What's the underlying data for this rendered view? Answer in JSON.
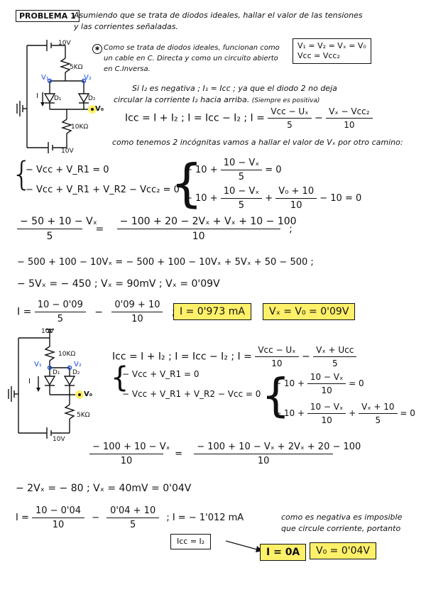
{
  "header": {
    "problem_label": "PROBLEMA 1",
    "statement_1": "Asumiendo que se trata de diodos ideales, hallar el valor de las tensiones",
    "statement_2": "y las corrientes señaladas."
  },
  "circuit1": {
    "labels": {
      "v_top": "10V",
      "r_top": "5KΩ",
      "v1": "V₁",
      "v2": "V₂",
      "d1": "D₁",
      "d2": "D₂",
      "current": "I",
      "vo": "V₀",
      "r_bot": "10KΩ",
      "v_bot": "10V"
    }
  },
  "part1": {
    "note_1": "Como se trata de diodos ideales, funcionan como",
    "note_2": "un cable en C. Directa y como un circuito abierto",
    "note_3": "en C.Inversa.",
    "box_line_1": "V₁ = V₂ = Vₓ = V₀",
    "box_line_2": "Vcc = Vcc₂",
    "reason_1": "Si I₂ es negativa ; I₁ = Icc ; ya que el diodo 2 no deja",
    "reason_2": "circular la corriente I₂ hacia arriba.",
    "reason_2_note": "(Siempre es positiva)",
    "eq_main_a": "Icc = I + I₂  ;  I = Icc − I₂  ;  I =",
    "eq_main_f1_num": "Vcc − Uₓ",
    "eq_main_f1_den": "5",
    "eq_main_minus": "−",
    "eq_main_f2_num": "Vₓ − Vcc₂",
    "eq_main_f2_den": "10",
    "unknowns": "como tenemos 2 incógnitas vamos a hallar el valor de Vₓ por otro camino:",
    "sys_l1": "− Vcc + V_R1 = 0",
    "sys_l2": "− Vcc + V_R1 + V_R2 − Vcc₂ = 0",
    "sys_r1_a": "− 10 +",
    "sys_r1_num": "10 − Vₓ",
    "sys_r1_den": "5",
    "sys_r1_b": "= 0",
    "sys_r2_a": "− 10 +",
    "sys_r2_f1_num": "10 − Vₓ",
    "sys_r2_f1_den": "5",
    "sys_r2_plus": "+",
    "sys_r2_f2_num": "V₀ + 10",
    "sys_r2_f2_den": "10",
    "sys_r2_b": "− 10 = 0",
    "big_l_num": "− 50 + 10 − Vₓ",
    "big_l_den": "5",
    "big_eq": "=",
    "big_r_num": "− 100 + 20 − 2Vₓ + Vₓ + 10 − 100",
    "big_r_den": "10",
    "big_end": ";",
    "expand": "− 500 + 100 − 10Vₓ = − 500 + 100 − 10Vₓ + 5Vₓ + 50 − 500 ;",
    "solve": "− 5Vₓ = − 450 ; Vₓ = 90mV ; Vₓ = 0'09V",
    "i_lhs": "I =",
    "i_f1_num": "10 − 0'09",
    "i_f1_den": "5",
    "i_minus": "−",
    "i_f2_num": "0'09 + 10",
    "i_f2_den": "10",
    "i_semi": ";",
    "ans_i": "I = 0'973 mA",
    "ans_v": "Vₓ = V₀ = 0'09V"
  },
  "circuit2": {
    "labels": {
      "v_top": "10V",
      "r_top": "10KΩ",
      "v1": "V₁",
      "v2": "V₂",
      "d1": "D₁",
      "d2": "D₂",
      "current": "I",
      "vo": "V₀",
      "r_bot": "5KΩ",
      "v_bot": "10V"
    }
  },
  "part2": {
    "eq_main_a": "Icc = I + I₂  ;  I = Icc − I₂  ;  I =",
    "eq_main_f1_num": "Vcc − Uₓ",
    "eq_main_f1_den": "10",
    "eq_main_minus": "−",
    "eq_main_f2_num": "Vₓ + Ucc",
    "eq_main_f2_den": "5",
    "sys_l1": "− Vcc + V_R1 = 0",
    "sys_l2": "− Vcc + V_R1 + V_R2 − Vcc = 0",
    "sys_r1_a": "− 10 +",
    "sys_r1_num": "10 − Vₓ",
    "sys_r1_den": "10",
    "sys_r1_b": "= 0",
    "sys_r2_a": "− 10 +",
    "sys_r2_f1_num": "10 − Vₓ",
    "sys_r2_f1_den": "10",
    "sys_r2_plus": "+",
    "sys_r2_f2_num": "Vₓ + 10",
    "sys_r2_f2_den": "5",
    "sys_r2_b": "= 0",
    "big_l_num": "− 100 + 10 − Vₓ",
    "big_l_den": "10",
    "big_eq": "=",
    "big_r_num": "− 100 + 10 − Vₓ + 2Vₓ + 20 − 100",
    "big_r_den": "10",
    "solve": "− 2Vₓ = − 80 ; Vₓ = 40mV = 0'04V",
    "i_lhs": "I =",
    "i_f1_num": "10 − 0'04",
    "i_f1_den": "10",
    "i_minus": "−",
    "i_f2_num": "0'04 + 10",
    "i_f2_den": "5",
    "i_result": ";  I = − 1'012 mA",
    "neg_1": "como es negativa es imposible",
    "neg_2": "que circule corriente, portanto",
    "icc_box": "Icc = I₂",
    "ans_i": "I = 0A",
    "ans_v": "V₀ = 0'04V"
  }
}
